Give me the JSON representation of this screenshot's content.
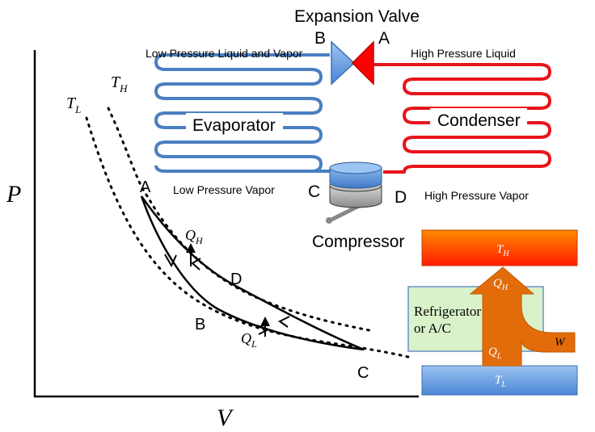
{
  "labels": {
    "expansion_valve": "Expansion Valve",
    "low_pressure_liquid_vapor": "Low Pressure Liquid and Vapor",
    "high_pressure_liquid": "High Pressure Liquid",
    "evaporator": "Evaporator",
    "condenser": "Condenser",
    "low_pressure_vapor": "Low Pressure Vapor",
    "high_pressure_vapor": "High Pressure Vapor",
    "compressor": "Compressor",
    "refrigerator_line1": "Refrigerator",
    "refrigerator_line2": "or A/C"
  },
  "points": {
    "valve_b": "B",
    "valve_a": "A",
    "comp_c": "C",
    "comp_d": "D",
    "pv_a": "A",
    "pv_b": "B",
    "pv_c": "C",
    "pv_d": "D"
  },
  "axes": {
    "p": "P",
    "v": "V"
  },
  "isotherms": {
    "th": "T",
    "th_sub": "H",
    "tl": "T",
    "tl_sub": "L"
  },
  "heat": {
    "qh": "Q",
    "qh_sub": "H",
    "ql": "Q",
    "ql_sub": "L"
  },
  "box": {
    "th": "T",
    "th_sub": "H",
    "tl": "T",
    "tl_sub": "L",
    "qh": "Q",
    "qh_sub": "H",
    "ql": "Q",
    "ql_sub": "L",
    "w": "W"
  },
  "colors": {
    "cold": "#4a7fc1",
    "hot": "#e8141a",
    "arrow": "#e36c0a",
    "box_fill": "#d9f2c9",
    "box_stroke": "#6a8fc9"
  }
}
